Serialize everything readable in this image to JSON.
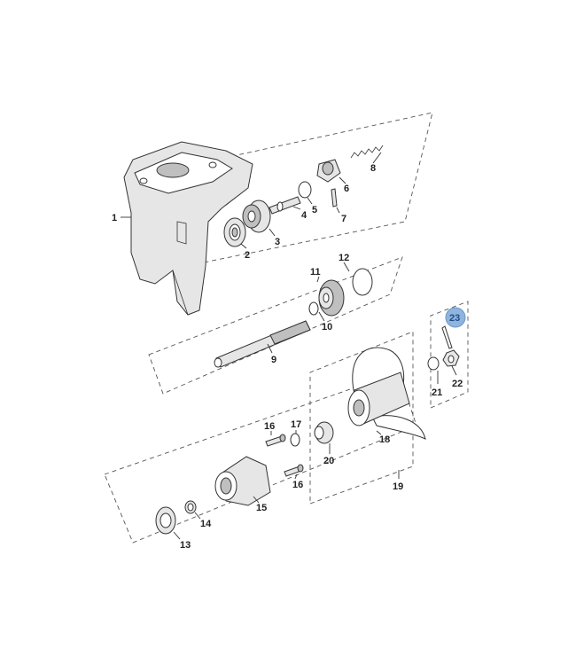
{
  "diagram": {
    "callouts": [
      {
        "id": "1",
        "label": "1"
      },
      {
        "id": "2",
        "label": "2"
      },
      {
        "id": "3",
        "label": "3"
      },
      {
        "id": "4",
        "label": "4"
      },
      {
        "id": "5",
        "label": "5"
      },
      {
        "id": "6",
        "label": "6"
      },
      {
        "id": "7",
        "label": "7"
      },
      {
        "id": "8",
        "label": "8"
      },
      {
        "id": "9",
        "label": "9"
      },
      {
        "id": "10",
        "label": "10"
      },
      {
        "id": "11",
        "label": "11"
      },
      {
        "id": "12",
        "label": "12"
      },
      {
        "id": "13",
        "label": "13"
      },
      {
        "id": "14",
        "label": "14"
      },
      {
        "id": "15",
        "label": "15"
      },
      {
        "id": "16a",
        "label": "16"
      },
      {
        "id": "16b",
        "label": "16"
      },
      {
        "id": "17",
        "label": "17"
      },
      {
        "id": "18",
        "label": "18"
      },
      {
        "id": "19",
        "label": "19"
      },
      {
        "id": "20",
        "label": "20"
      },
      {
        "id": "21",
        "label": "21"
      },
      {
        "id": "22",
        "label": "22"
      },
      {
        "id": "23",
        "label": "23",
        "highlighted": true
      }
    ],
    "highlight_color": "#8fb4dd"
  }
}
